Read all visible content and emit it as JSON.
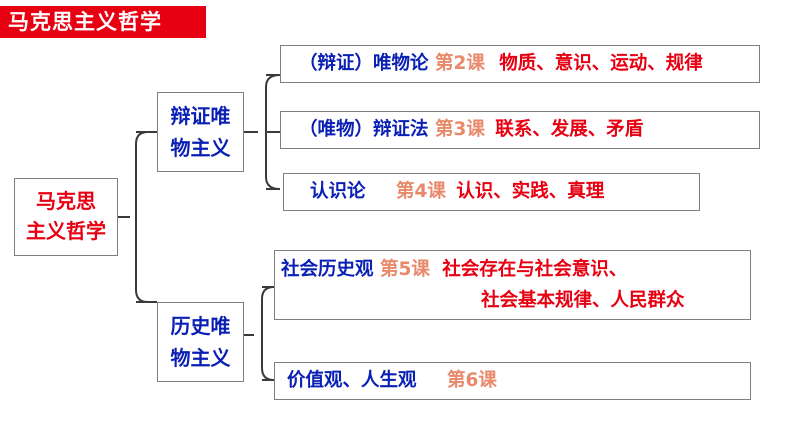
{
  "title": "马克思主义哲学",
  "root": {
    "line1": "马克思",
    "line2": "主义哲学"
  },
  "branches": [
    {
      "line1": "辩证唯",
      "line2": "物主义",
      "items": [
        {
          "topic": "（辩证）唯物论",
          "lesson": "第2课",
          "content": "物质、意识、运动、规律"
        },
        {
          "topic": "（唯物）辩证法",
          "lesson": "第3课",
          "content": "联系、发展、矛盾"
        },
        {
          "topic": "认识论",
          "lesson": "第4课",
          "content": "认识、实践、真理"
        }
      ]
    },
    {
      "line1": "历史唯",
      "line2": "物主义",
      "items": [
        {
          "topic": "社会历史观",
          "lesson": "第5课",
          "content": "社会存在与社会意识、",
          "content2": "社会基本规律、人民群众"
        },
        {
          "topic": "价值观、人生观",
          "lesson": "第6课"
        }
      ]
    }
  ],
  "colors": {
    "title_bg": "#e60012",
    "topic": "#0a1fb4",
    "lesson": "#e8896a",
    "content": "#e60012"
  }
}
